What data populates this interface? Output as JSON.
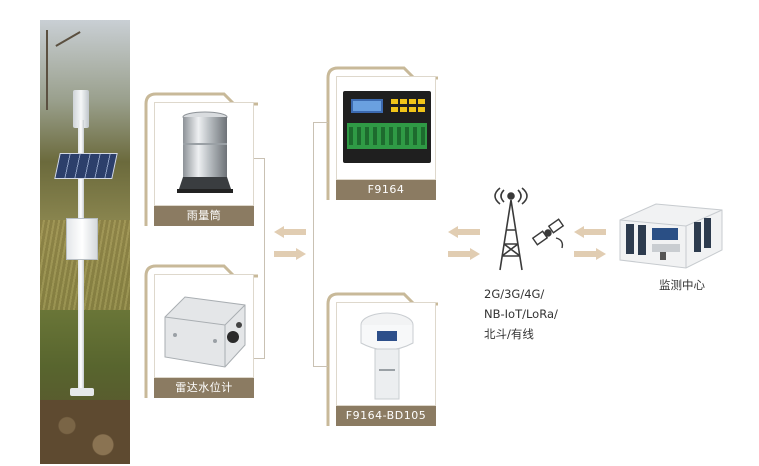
{
  "devices": {
    "rain_gauge": {
      "label": "雨量筒"
    },
    "radar_level": {
      "label": "雷达水位计"
    },
    "rtu": {
      "label": "F9164"
    },
    "rtu_bd": {
      "label": "F9164-BD105"
    }
  },
  "network": {
    "lines": [
      "2G/3G/4G/",
      "NB-IoT/LoRa/",
      "北斗/有线"
    ]
  },
  "monitor": {
    "label": "监测中心"
  },
  "colors": {
    "card_bracket": "#c8b999",
    "label_bg": "#8b7b62",
    "arrow": "#e1cdb2",
    "connector": "#c9c1b3"
  }
}
